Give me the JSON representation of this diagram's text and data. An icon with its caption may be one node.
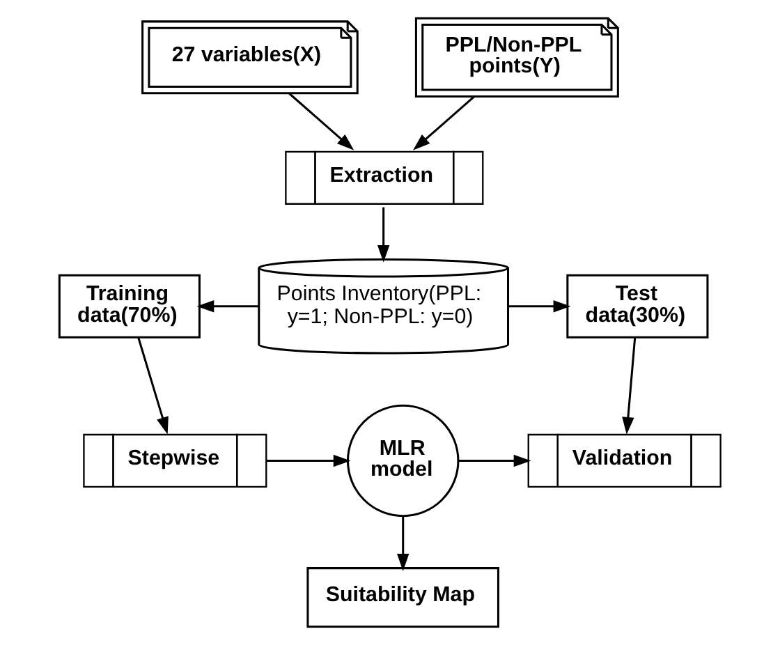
{
  "diagram": {
    "nodes": [
      {
        "text": [
          "27 variables(X)"
        ]
      },
      {
        "text": [
          "PPL/Non-PPL points(Y)"
        ]
      },
      {
        "text": [
          "Extraction"
        ]
      },
      {
        "text": [
          "Points Inventory(PPL: y=1; Non-PPL: y=0)"
        ]
      },
      {
        "text": [
          "Training data(70%)"
        ]
      },
      {
        "text": [
          "Test data(30%)"
        ]
      },
      {
        "text": [
          "Stepwise"
        ]
      },
      {
        "text": [
          "MLR model"
        ]
      },
      {
        "text": [
          "Validation"
        ]
      },
      {
        "text": [
          "Suitability Map"
        ]
      }
    ],
    "edges": [
      {
        "from": 0,
        "to": 2,
        "arrow": "to"
      },
      {
        "from": 1,
        "to": 2,
        "arrow": "to"
      },
      {
        "from": 3,
        "to": 4,
        "arrow": "to"
      },
      {
        "from": 3,
        "to": 5,
        "arrow": "to"
      },
      {
        "from": 2,
        "to": 3,
        "arrow": "to"
      },
      {
        "from": 4,
        "to": 6,
        "arrow": "to"
      },
      {
        "from": 5,
        "to": 8,
        "arrow": "to"
      },
      {
        "from": 6,
        "to": 7,
        "arrow": "to"
      },
      {
        "from": 7,
        "to": 8,
        "arrow": "to"
      },
      {
        "from": 7,
        "to": 9,
        "arrow": "to"
      }
    ]
  }
}
